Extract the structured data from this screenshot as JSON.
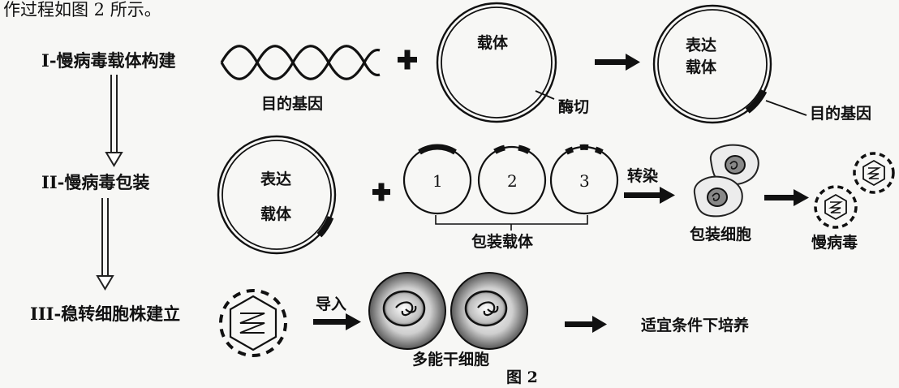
{
  "intro": "作过程如图 2 所示。",
  "steps": {
    "s1": "I-慢病毒载体构建",
    "s2": "II-慢病毒包装",
    "s3": "III-稳转细胞株建立"
  },
  "row1": {
    "target_gene": "目的基因",
    "vector": "载体",
    "digest": "酶切",
    "expr_line1": "表达",
    "expr_line2": "载体",
    "target_gene_right": "目的基因"
  },
  "row2": {
    "expr_line1": "表达",
    "expr_line2": "载体",
    "plasmid_1": "1",
    "plasmid_2": "2",
    "plasmid_3": "3",
    "packaging_vectors": "包装载体",
    "transfect": "转染",
    "packaging_cells": "包装细胞",
    "lentivirus": "慢病毒"
  },
  "row3": {
    "import": "导入",
    "stem_cells": "多能干细胞",
    "culture": "适宜条件下培养"
  },
  "caption": "图 2"
}
